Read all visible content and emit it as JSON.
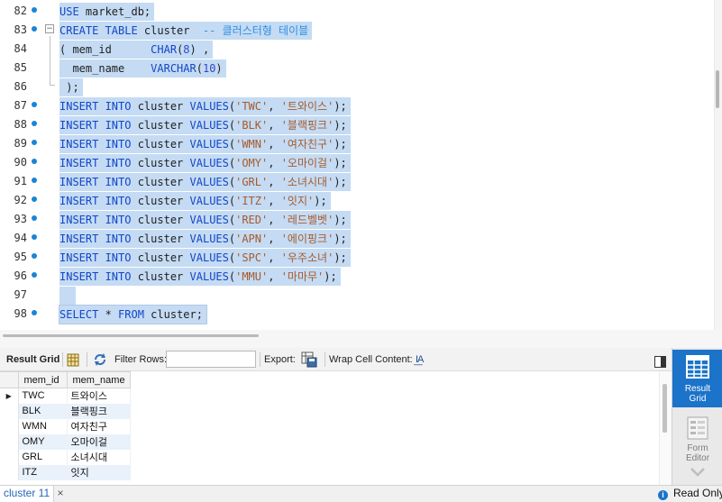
{
  "editor": {
    "lines": [
      {
        "no": "82",
        "tokens": [
          [
            "kw",
            "USE"
          ],
          [
            "t",
            " market_db;"
          ]
        ]
      },
      {
        "no": "83",
        "tokens": [
          [
            "kw",
            "CREATE TABLE"
          ],
          [
            "t",
            " cluster  "
          ],
          [
            "cmt",
            "-- 클러스터형 테이블"
          ]
        ]
      },
      {
        "no": "84",
        "tokens": [
          [
            "t",
            "( mem_id      "
          ],
          [
            "kw",
            "CHAR"
          ],
          [
            "t",
            "("
          ],
          [
            "num",
            "8"
          ],
          [
            "t",
            ") ,"
          ]
        ]
      },
      {
        "no": "85",
        "tokens": [
          [
            "t",
            "  mem_name    "
          ],
          [
            "kw",
            "VARCHAR"
          ],
          [
            "t",
            "("
          ],
          [
            "num",
            "10"
          ],
          [
            "t",
            ")"
          ]
        ]
      },
      {
        "no": "86",
        "tokens": [
          [
            "t",
            " );"
          ]
        ]
      },
      {
        "no": "87",
        "tokens": [
          [
            "kw",
            "INSERT INTO"
          ],
          [
            "t",
            " cluster "
          ],
          [
            "kw",
            "VALUES"
          ],
          [
            "t",
            "("
          ],
          [
            "str",
            "'TWC'"
          ],
          [
            "t",
            ", "
          ],
          [
            "str",
            "'트와이스'"
          ],
          [
            "t",
            ");"
          ]
        ]
      },
      {
        "no": "88",
        "tokens": [
          [
            "kw",
            "INSERT INTO"
          ],
          [
            "t",
            " cluster "
          ],
          [
            "kw",
            "VALUES"
          ],
          [
            "t",
            "("
          ],
          [
            "str",
            "'BLK'"
          ],
          [
            "t",
            ", "
          ],
          [
            "str",
            "'블랙핑크'"
          ],
          [
            "t",
            ");"
          ]
        ]
      },
      {
        "no": "89",
        "tokens": [
          [
            "kw",
            "INSERT INTO"
          ],
          [
            "t",
            " cluster "
          ],
          [
            "kw",
            "VALUES"
          ],
          [
            "t",
            "("
          ],
          [
            "str",
            "'WMN'"
          ],
          [
            "t",
            ", "
          ],
          [
            "str",
            "'여자친구'"
          ],
          [
            "t",
            ");"
          ]
        ]
      },
      {
        "no": "90",
        "tokens": [
          [
            "kw",
            "INSERT INTO"
          ],
          [
            "t",
            " cluster "
          ],
          [
            "kw",
            "VALUES"
          ],
          [
            "t",
            "("
          ],
          [
            "str",
            "'OMY'"
          ],
          [
            "t",
            ", "
          ],
          [
            "str",
            "'오마이걸'"
          ],
          [
            "t",
            ");"
          ]
        ]
      },
      {
        "no": "91",
        "tokens": [
          [
            "kw",
            "INSERT INTO"
          ],
          [
            "t",
            " cluster "
          ],
          [
            "kw",
            "VALUES"
          ],
          [
            "t",
            "("
          ],
          [
            "str",
            "'GRL'"
          ],
          [
            "t",
            ", "
          ],
          [
            "str",
            "'소녀시대'"
          ],
          [
            "t",
            ");"
          ]
        ]
      },
      {
        "no": "92",
        "tokens": [
          [
            "kw",
            "INSERT INTO"
          ],
          [
            "t",
            " cluster "
          ],
          [
            "kw",
            "VALUES"
          ],
          [
            "t",
            "("
          ],
          [
            "str",
            "'ITZ'"
          ],
          [
            "t",
            ", "
          ],
          [
            "str",
            "'잇지'"
          ],
          [
            "t",
            ");"
          ]
        ]
      },
      {
        "no": "93",
        "tokens": [
          [
            "kw",
            "INSERT INTO"
          ],
          [
            "t",
            " cluster "
          ],
          [
            "kw",
            "VALUES"
          ],
          [
            "t",
            "("
          ],
          [
            "str",
            "'RED'"
          ],
          [
            "t",
            ", "
          ],
          [
            "str",
            "'레드벨벳'"
          ],
          [
            "t",
            ");"
          ]
        ]
      },
      {
        "no": "94",
        "tokens": [
          [
            "kw",
            "INSERT INTO"
          ],
          [
            "t",
            " cluster "
          ],
          [
            "kw",
            "VALUES"
          ],
          [
            "t",
            "("
          ],
          [
            "str",
            "'APN'"
          ],
          [
            "t",
            ", "
          ],
          [
            "str",
            "'에이핑크'"
          ],
          [
            "t",
            ");"
          ]
        ]
      },
      {
        "no": "95",
        "tokens": [
          [
            "kw",
            "INSERT INTO"
          ],
          [
            "t",
            " cluster "
          ],
          [
            "kw",
            "VALUES"
          ],
          [
            "t",
            "("
          ],
          [
            "str",
            "'SPC'"
          ],
          [
            "t",
            ", "
          ],
          [
            "str",
            "'우주소녀'"
          ],
          [
            "t",
            ");"
          ]
        ]
      },
      {
        "no": "96",
        "tokens": [
          [
            "kw",
            "INSERT INTO"
          ],
          [
            "t",
            " cluster "
          ],
          [
            "kw",
            "VALUES"
          ],
          [
            "t",
            "("
          ],
          [
            "str",
            "'MMU'"
          ],
          [
            "t",
            ", "
          ],
          [
            "str",
            "'마마무'"
          ],
          [
            "t",
            ");"
          ]
        ]
      },
      {
        "no": "97",
        "tokens": [
          [
            "t",
            "  "
          ]
        ]
      },
      {
        "no": "98",
        "tokens": [
          [
            "kw",
            "SELECT"
          ],
          [
            "t",
            " * "
          ],
          [
            "kw",
            "FROM"
          ],
          [
            "t",
            " cluster;"
          ]
        ]
      }
    ],
    "statement_marker_lines": [
      "82",
      "83",
      "87",
      "88",
      "89",
      "90",
      "91",
      "92",
      "93",
      "94",
      "95",
      "96",
      "98"
    ],
    "fold_toggle_symbol": "−"
  },
  "toolbar": {
    "result_grid_label": "Result Grid",
    "filter_rows_label": "Filter Rows:",
    "filter_value": "",
    "export_label": "Export:",
    "wrap_label": "Wrap Cell Content:",
    "wrap_icon_text": "I͟A"
  },
  "grid": {
    "columns": [
      "mem_id",
      "mem_name"
    ],
    "rows": [
      [
        "TWC",
        "트와이스"
      ],
      [
        "BLK",
        "블랙핑크"
      ],
      [
        "WMN",
        "여자친구"
      ],
      [
        "OMY",
        "오마이걸"
      ],
      [
        "GRL",
        "소녀시대"
      ],
      [
        "ITZ",
        "잇지"
      ]
    ],
    "current_row_marker": "▶"
  },
  "side_panel": {
    "result_grid_label_1": "Result",
    "result_grid_label_2": "Grid",
    "form_editor_label_1": "Form",
    "form_editor_label_2": "Editor"
  },
  "status_bar": {
    "tab_label": "cluster 11",
    "tab_close": "×",
    "info_icon_glyph": "i",
    "status_text": "Read Only"
  },
  "colors": {
    "selection": "#c4dbf3",
    "keyword": "#1346c8",
    "string": "#a75a2c",
    "accent": "#1b74c9"
  },
  "icons": [
    "grid-view-icon",
    "refresh-icon",
    "export-icon",
    "wrap-text-icon",
    "panel-toggle-icon",
    "result-grid-icon",
    "form-editor-icon",
    "info-icon",
    "chevron-down-icon"
  ]
}
